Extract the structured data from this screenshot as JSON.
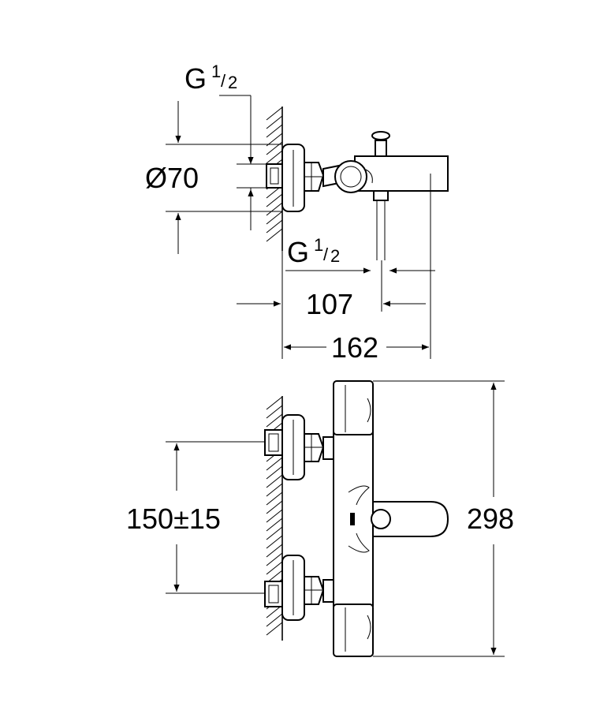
{
  "top_view": {
    "thread_upper": {
      "base": "G",
      "num": "1",
      "den": "2"
    },
    "diameter": "Ø70",
    "thread_spout": {
      "base": "G",
      "num": "1",
      "den": "2"
    },
    "dim_107": "107",
    "dim_162": "162"
  },
  "front_view": {
    "dim_spacing": "150±15",
    "dim_height": "298"
  }
}
